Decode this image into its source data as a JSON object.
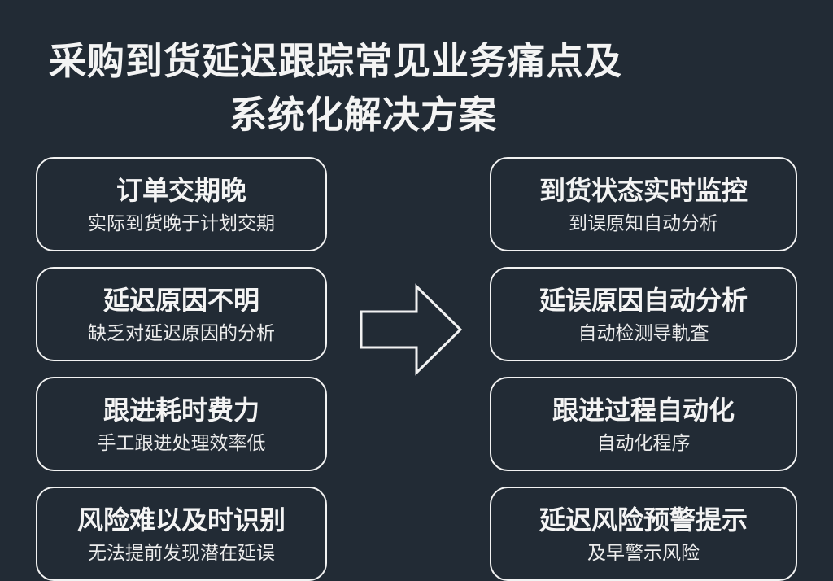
{
  "title": {
    "line1": "采购到货延迟跟踪常见业务痛点及",
    "line2": "系统化解决方案"
  },
  "pain_points": [
    {
      "title": "订单交期晚",
      "desc": "实际到货晚于计划交期"
    },
    {
      "title": "延迟原因不明",
      "desc": "缺乏对延迟原因的分析"
    },
    {
      "title": "跟进耗时费力",
      "desc": "手工跟进处理效率低"
    },
    {
      "title": "风险难以及时识别",
      "desc": "无法提前发现潜在延误"
    }
  ],
  "solutions": [
    {
      "title": "到货状态实时监控",
      "desc": "到误原知自动分析"
    },
    {
      "title": "延误原因自动分析",
      "desc": "自动检测导軌査"
    },
    {
      "title": "跟进过程自动化",
      "desc": "自动化程序"
    },
    {
      "title": "延迟风险预警提示",
      "desc": "及早警示风险"
    }
  ],
  "colors": {
    "background": "#222b35",
    "foreground": "#f2f2f2"
  },
  "icons": {
    "transition": "right-arrow-icon"
  }
}
